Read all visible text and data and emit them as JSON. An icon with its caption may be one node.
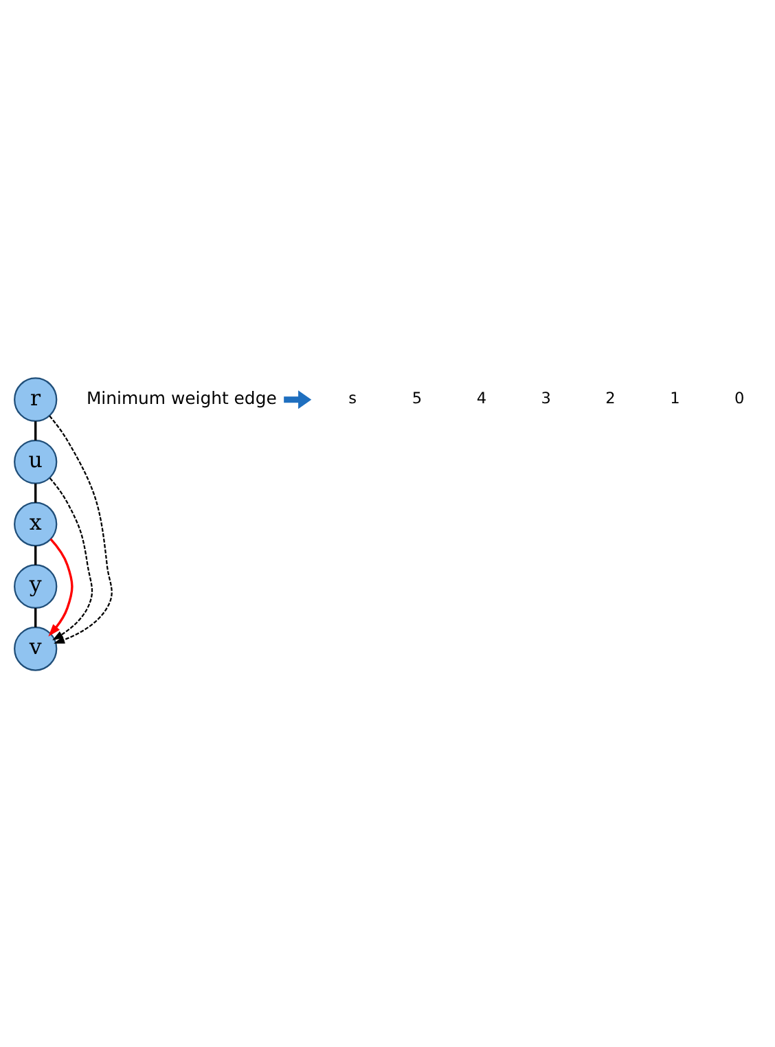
{
  "diagram": {
    "nodes": [
      {
        "text": [
          "r"
        ]
      },
      {
        "text": [
          "u"
        ]
      },
      {
        "text": [
          "x"
        ]
      },
      {
        "text": [
          "y"
        ]
      },
      {
        "text": [
          "v"
        ]
      },
      {
        "text": [
          "Minimum weight edge"
        ]
      }
    ],
    "edges": [
      {
        "from": 0,
        "to": 1,
        "arrow": "none"
      },
      {
        "from": 1,
        "to": 2,
        "arrow": "none"
      },
      {
        "from": 2,
        "to": 3,
        "arrow": "none"
      },
      {
        "from": 3,
        "to": 4,
        "arrow": "none"
      },
      {
        "from": 0,
        "to": 4,
        "arrow": "to",
        "style": "dashed"
      },
      {
        "from": 1,
        "to": 4,
        "arrow": "to",
        "style": "dashed"
      },
      {
        "from": 2,
        "to": 4,
        "arrow": "to",
        "color": "#ff0000"
      },
      {
        "from": 5,
        "to": null,
        "arrow": "to",
        "style": "thick",
        "color": "#1f6fbf"
      }
    ],
    "labels": [
      "s",
      "5",
      "4",
      "3",
      "2",
      "1",
      "0"
    ]
  }
}
